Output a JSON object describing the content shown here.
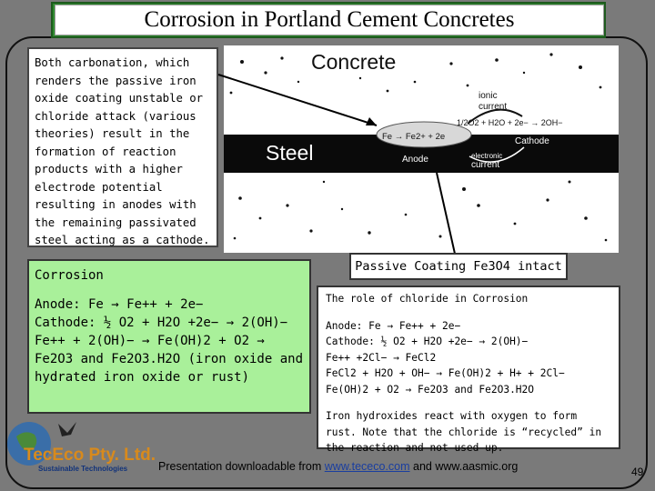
{
  "title": "Corrosion in Portland Cement Concretes",
  "intro_text": "Both carbonation, which renders the passive iron oxide coating unstable or chloride attack (various theories) result in the formation of reaction products with a higher electrode potential resulting in anodes with the remaining passivated steel acting as a cathode.",
  "diagram": {
    "concrete_label": "Concrete",
    "steel_label": "Steel",
    "ionic_current_line1": "ionic",
    "ionic_current_line2": "current",
    "cathode_label": "Cathode",
    "anode_label": "Anode",
    "electronic_line1": "electronic",
    "electronic_line2": "current",
    "electronic_current_line": "current",
    "reaction_cathode": "1/2O2 + H2O + 2e− → 2OH−",
    "reaction_anode": "Fe → Fe2+ + 2e"
  },
  "passive_coating": "Passive Coating Fe3O4 intact",
  "corrosion": {
    "heading": "Corrosion",
    "lines": [
      "Anode: Fe → Fe++ + 2e−",
      "Cathode: ½ O2 + H2O +2e− → 2(OH)−",
      "Fe++ + 2(OH)− → Fe(OH)2 + O2 →",
      "Fe2O3 and Fe2O3.H2O (iron oxide and hydrated iron oxide or rust)"
    ]
  },
  "chloride": {
    "heading": "The role of chloride in Corrosion",
    "lines": [
      "Anode: Fe → Fe++ + 2e−",
      "Cathode: ½ O2 + H2O +2e− → 2(OH)−",
      "Fe++ +2Cl− → FeCl2",
      "FeCl2 + H2O + OH− → Fe(OH)2 + H+ + 2Cl−",
      "Fe(OH)2 + O2 → Fe2O3 and Fe2O3.H2O"
    ],
    "closing": "Iron hydroxides react with oxygen to form rust. Note that the chloride is “recycled” in the reaction and not used up."
  },
  "logo": {
    "name": "TecEco Pty. Ltd.",
    "tagline": "Sustainable Technologies"
  },
  "footer": {
    "prefix": "Presentation downloadable from ",
    "link": "www.tececo.com",
    "suffix": " and www.aasmic.org"
  },
  "page_number": "49"
}
